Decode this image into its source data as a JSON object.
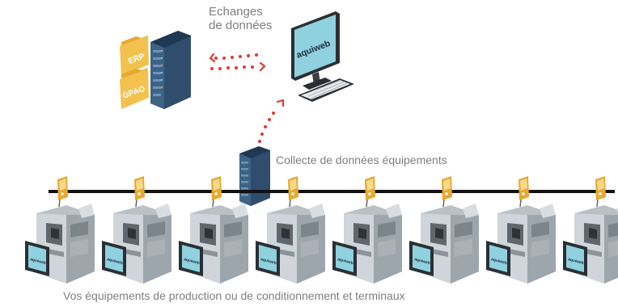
{
  "labels": {
    "exchange_line1": "Echanges",
    "exchange_line2": "de données",
    "collect": "Collecte de données équipements",
    "footer": "Vos équipements de production ou de conditionnement et terminaux"
  },
  "folders": {
    "top": "ERP",
    "bottom": "GPAO"
  },
  "monitor_brand": "aquiweb",
  "terminal_brand": "aquiweb",
  "machine_count": 8,
  "colors": {
    "accent": "#e03a2f",
    "folder": "#f0b43c",
    "server": "#2f4e6e",
    "monitor_screen": "#8fd1df",
    "bus_line": "#111111",
    "label": "#7f7f7f"
  }
}
